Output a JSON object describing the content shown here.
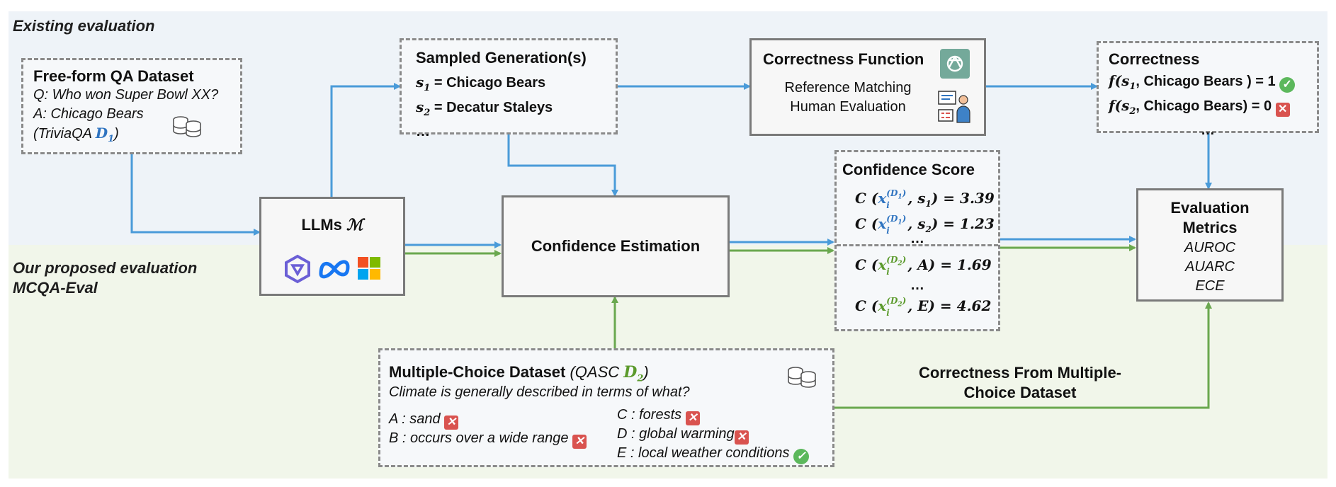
{
  "colors": {
    "blue_flow": "#4a9bd9",
    "green_flow": "#6aa84f",
    "top_bg": "#eef3f8",
    "bottom_bg": "#f1f6ea"
  },
  "regions": {
    "existing_label": "Existing evaluation",
    "proposed_label_1": "Our proposed evaluation",
    "proposed_label_2": "MCQA-Eval"
  },
  "freeform": {
    "title": "Free-form QA Dataset",
    "question": "Q: Who won Super Bowl XX?",
    "answer": "A: Chicago Bears",
    "source_prefix": "(TriviaQA ",
    "source_var": "D",
    "source_sub": "1",
    "source_suffix": ")",
    "icon": "database-icon"
  },
  "sampled": {
    "title": "Sampled Generation(s)",
    "s1_var": "s",
    "s1_sub": "1",
    "s1_text": " = Chicago Bears",
    "s2_var": "s",
    "s2_sub": "2",
    "s2_text": " = Decatur Staleys",
    "more": "…"
  },
  "correctness_fn": {
    "title": "Correctness Function",
    "line1": "Reference Matching",
    "line2": "Human Evaluation",
    "icons": [
      "openai-logo-icon",
      "human-evaluator-icon"
    ]
  },
  "correctness": {
    "title": "Correctness",
    "row1_prefix": "f(s",
    "row1_sub": "1",
    "row1_mid": ", Chicago Bears ) = 1",
    "row2_prefix": "f(s",
    "row2_sub": "2",
    "row2_mid": ", Chicago Bears) = 0",
    "more": "…"
  },
  "llms": {
    "title": "LLMs ",
    "symbol": "ℳ",
    "icons": [
      "qwen-logo-icon",
      "meta-logo-icon",
      "microsoft-logo-icon"
    ]
  },
  "confidence_estimation": {
    "title": "Confidence Estimation"
  },
  "confidence_score": {
    "title": "Confidence Score",
    "rows_top": [
      {
        "x": "x",
        "i": "i",
        "sup": "(D",
        "sup_sub": "1",
        "sup_close": ")",
        "arg": ", s",
        "arg_sub": "1",
        "value": ") = 3.39"
      },
      {
        "x": "x",
        "i": "i",
        "sup": "(D",
        "sup_sub": "1",
        "sup_close": ")",
        "arg": ", s",
        "arg_sub": "2",
        "value": ") = 1.23"
      }
    ],
    "dots_top": "…",
    "rows_bottom": [
      {
        "x": "x",
        "i": "i",
        "sup": "(D",
        "sup_sub": "2",
        "sup_close": ")",
        "arg": ", A",
        "value": ") = 1.69"
      },
      {
        "x": "x",
        "i": "i",
        "sup": "(D",
        "sup_sub": "2",
        "sup_close": ")",
        "arg": ", E",
        "value": ") = 4.62"
      }
    ],
    "dots_bottom": "…",
    "c_symbol": "C ("
  },
  "metrics": {
    "title_1": "Evaluation",
    "title_2": "Metrics",
    "items": [
      "AUROC",
      "AUARC",
      "ECE"
    ]
  },
  "mcqa": {
    "title": "Multiple-Choice Dataset ",
    "source_prefix": "(QASC ",
    "source_var": "D",
    "source_sub": "2",
    "source_suffix": ")",
    "question": "Climate is generally described in terms of what?",
    "options_left": [
      {
        "text": "A : sand",
        "mark": "wrong"
      },
      {
        "text": "B : occurs over a wide range",
        "mark": "wrong"
      }
    ],
    "options_right": [
      {
        "text": "C : forests",
        "mark": "wrong"
      },
      {
        "text": "D : global warming",
        "mark": "wrong"
      },
      {
        "text": "E : local weather conditions",
        "mark": "correct"
      }
    ],
    "icon": "database-icon"
  },
  "mcqa_link": {
    "line1": "Correctness From Multiple-",
    "line2": "Choice Dataset"
  }
}
